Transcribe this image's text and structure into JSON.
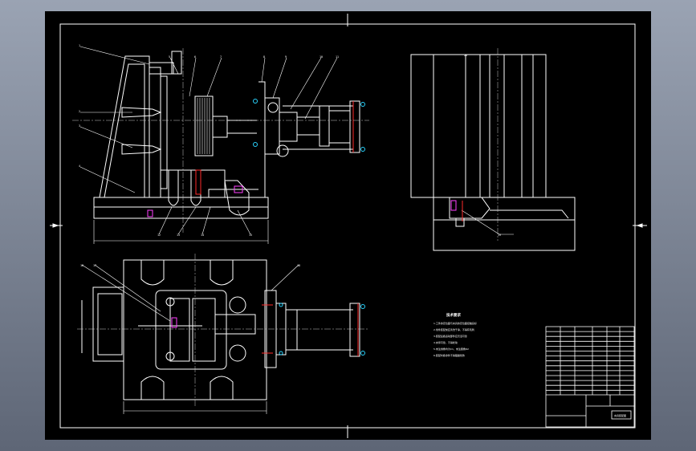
{
  "colors": {
    "window_gradient_top": "#9aa3b3",
    "window_gradient_bottom": "#5e6676",
    "canvas": "#000000",
    "line": "#ffffff",
    "centerline": "#c8c8c8",
    "accent_red": "#ff2a2a",
    "accent_cyan": "#2ad4ff",
    "accent_magenta": "#ff40ff"
  },
  "drawing": {
    "callouts": [
      "1",
      "2",
      "3",
      "4",
      "5",
      "6",
      "7",
      "8",
      "9",
      "10",
      "11",
      "12",
      "13",
      "14",
      "15",
      "16",
      "17",
      "18",
      "19",
      "20"
    ],
    "notes_title": "技术要求",
    "notes": [
      "1.工件的定位面与夹具的定位面接触良好",
      "2.零件装配前应清洗干净，不得有毛刺",
      "3.装配后各运动部件应灵活可靠",
      "4.夹紧可靠，不得松动",
      "5.未注倒角均为C1，未注圆角R2",
      "6.装配时各零件不得磕碰划伤"
    ],
    "title_block_name": "夹具装配图"
  }
}
